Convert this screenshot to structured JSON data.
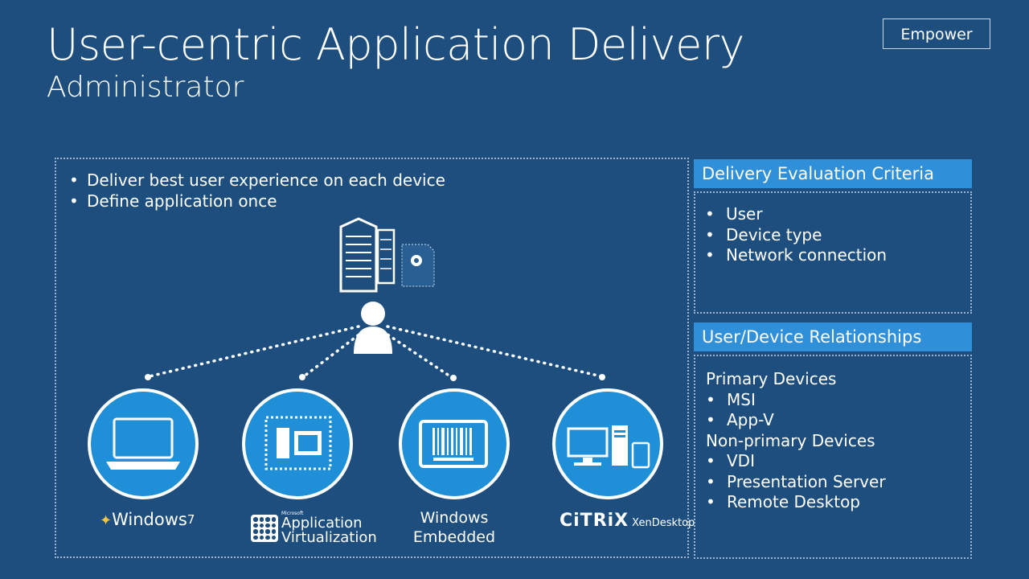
{
  "slide": {
    "title": "User-centric Application Delivery",
    "subtitle": "Administrator",
    "badge": "Empower"
  },
  "main": {
    "bullets": [
      "Deliver best user experience on each device",
      "Define application once"
    ],
    "platforms": {
      "windows7": {
        "name": "Windows",
        "version": "7"
      },
      "app_virtualization": {
        "maker": "Microsoft",
        "line1": "Application",
        "line2": "Virtualization"
      },
      "windows_embedded": {
        "line1": "Windows",
        "line2": "Embedded"
      },
      "citrix": {
        "brand": "CiTRiX",
        "product": "XenDesktop"
      }
    }
  },
  "delivery_criteria": {
    "heading": "Delivery Evaluation Criteria",
    "items": [
      "User",
      "Device type",
      "Network connection"
    ]
  },
  "relationships": {
    "heading": "User/Device Relationships",
    "primary_label": "Primary Devices",
    "primary_items": [
      "MSI",
      "App-V"
    ],
    "nonprimary_label": "Non-primary Devices",
    "nonprimary_items": [
      "VDI",
      "Presentation Server",
      "Remote Desktop"
    ]
  },
  "colors": {
    "background": "#1d4e7e",
    "accent": "#2f8fd8",
    "device_circle": "#1f8fd8"
  }
}
